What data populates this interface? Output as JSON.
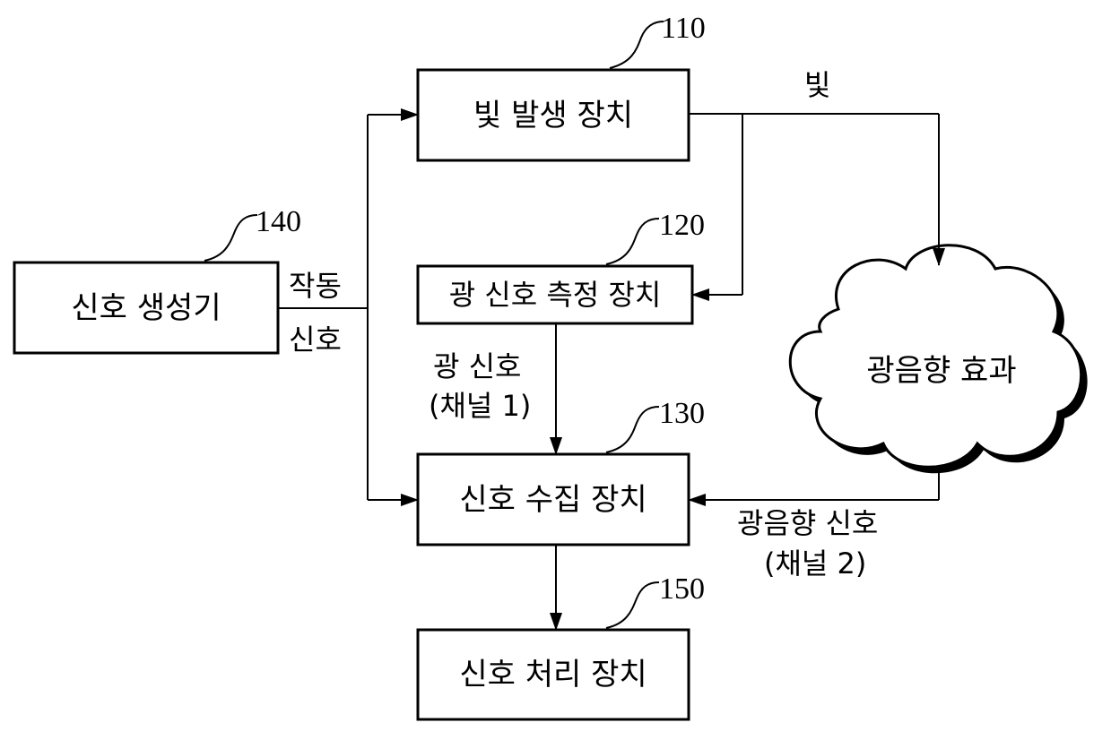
{
  "colors": {
    "ink": "#000000",
    "background": "#ffffff"
  },
  "boxes": {
    "light_gen": {
      "label": "빛 발생 장치",
      "ref": "110"
    },
    "optical_meas": {
      "label": "광 신호 측정 장치",
      "ref": "120"
    },
    "collector": {
      "label": "신호 수집 장치",
      "ref": "130"
    },
    "signal_gen": {
      "label": "신호 생성기",
      "ref": "140"
    },
    "processor": {
      "label": "신호 처리 장치",
      "ref": "150"
    }
  },
  "cloud": {
    "label": "광음향 효과"
  },
  "edges": {
    "light": "빛",
    "trigger_line1": "작동",
    "trigger_line2": "신호",
    "optical_line1": "광 신호",
    "optical_line2": "(채널 1)",
    "pa_line1": "광음향 신호",
    "pa_line2": "(채널 2)"
  }
}
